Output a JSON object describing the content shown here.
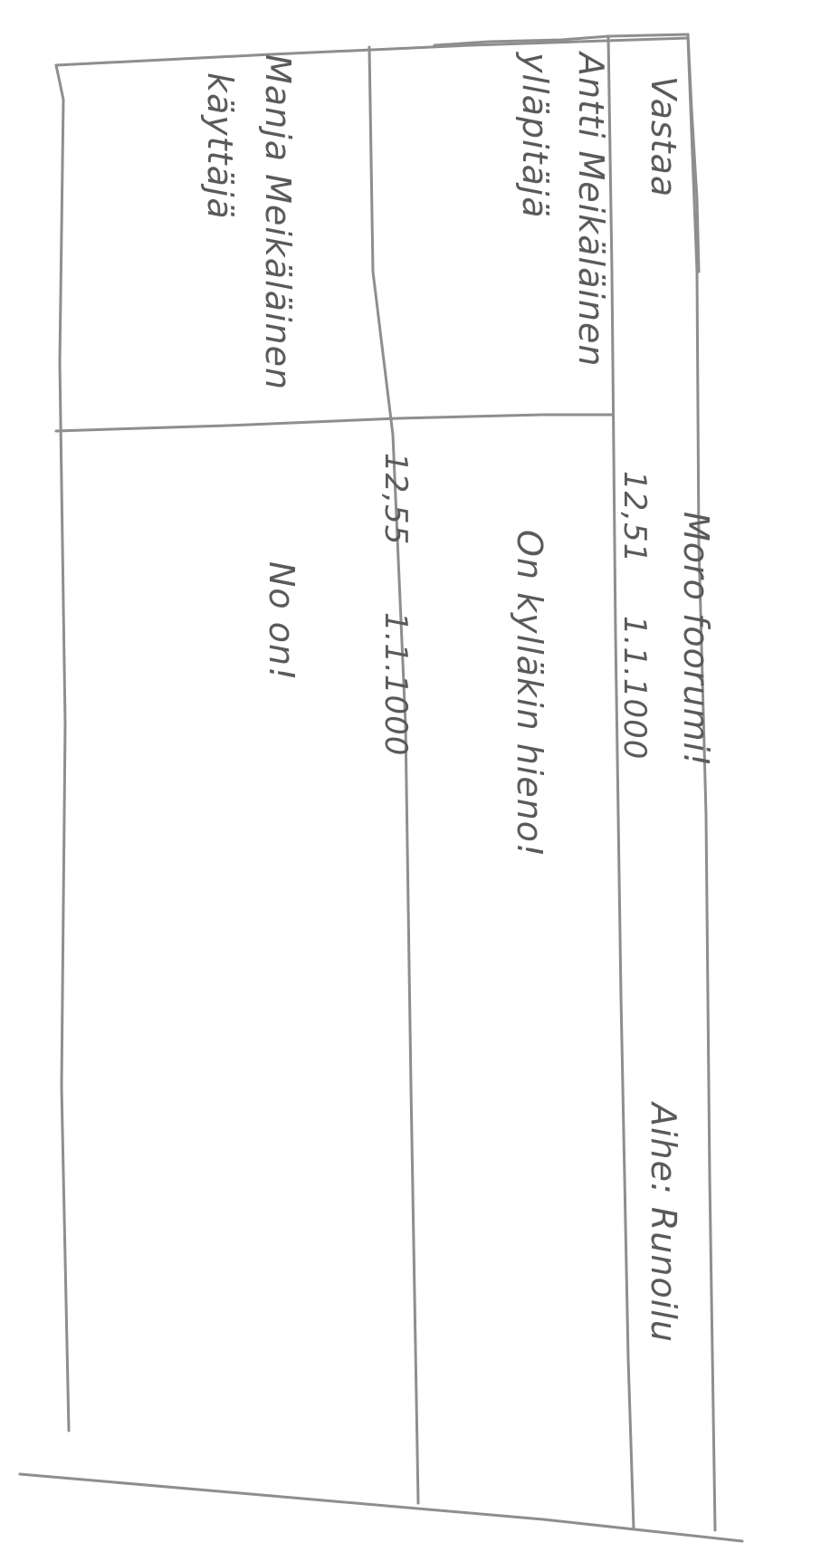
{
  "forum": {
    "reply_button_label": "Vastaa",
    "topic_title": "Aihe: Runoilu",
    "posts": [
      {
        "author_name": "Antti Meikäläinen",
        "author_role": "ylläpitäjä",
        "timestamp": "12,51",
        "date": "1.1.1000",
        "message_line1": "Moro foorumi!",
        "message_line2": "On kylläkin hieno!"
      },
      {
        "author_name": "Manja Meikäläinen",
        "author_role": "käyttäjä",
        "timestamp": "12,55",
        "date": "1.1.1000",
        "message_line1": "No on!"
      }
    ]
  },
  "colors": {
    "pencil_line": "#8a8a8a",
    "pencil_text": "#5a5a5a",
    "paper": "#ffffff"
  }
}
